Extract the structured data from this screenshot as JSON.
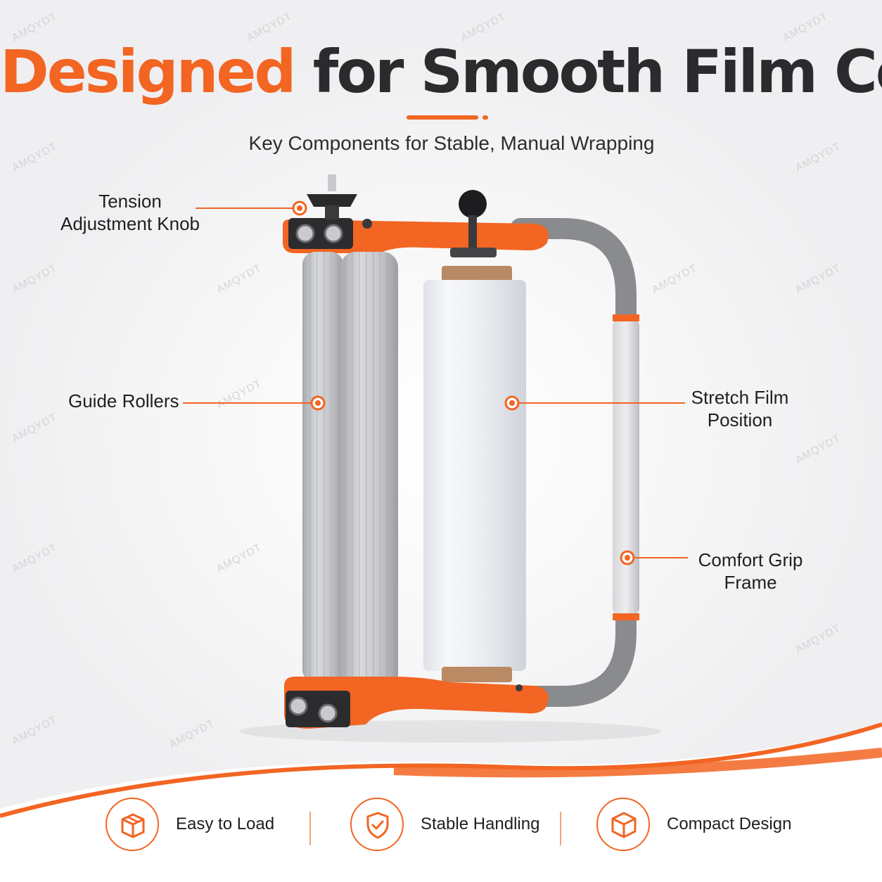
{
  "header": {
    "title_accent": "Designed",
    "title_rest": "for Smooth Film Control",
    "subtitle": "Key Components for Stable, Manual Wrapping"
  },
  "callouts": {
    "tension_knob": [
      "Tension",
      "Adjustment Knob"
    ],
    "guide_rollers": [
      "Guide Rollers"
    ],
    "stretch_film": [
      "Stretch Film",
      "Position"
    ],
    "comfort_grip": [
      "Comfort Grip",
      "Frame"
    ]
  },
  "features": [
    {
      "label": "Easy to Load",
      "icon": "open-box-icon"
    },
    {
      "label": "Stable Handling",
      "icon": "shield-check-icon"
    },
    {
      "label": "Compact Design",
      "icon": "cube-icon"
    }
  ],
  "watermark": "AMQYDT",
  "colors": {
    "accent": "#f26522",
    "title_dark": "#2b2b2d",
    "frame_gray": "#8a8b8e",
    "roller_gray": "#c9cace",
    "film_white": "#eef0f3",
    "core_brown": "#b98a64"
  }
}
